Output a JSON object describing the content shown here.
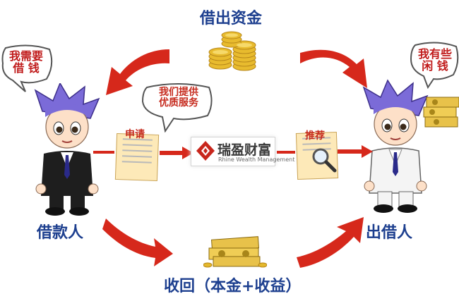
{
  "labels": {
    "top_title": "借出资金",
    "borrower": "借款人",
    "lender": "出借人",
    "bottom_title": "收回（本金+收益）"
  },
  "bubbles": {
    "borrower_speech": "我需要\n借  钱",
    "lender_speech": "我有些\n闲  钱",
    "service_speech": "我们提供\n优质服务"
  },
  "steps": {
    "apply": "申请",
    "recommend": "推荐"
  },
  "brand": {
    "name": "瑞盈财富",
    "subtitle": "Rhine Wealth Management"
  },
  "colors": {
    "arrow_red": "#d6281b",
    "title_blue": "#1d3f8f",
    "gold": "#e4b82c",
    "paper": "#fde9b8"
  }
}
